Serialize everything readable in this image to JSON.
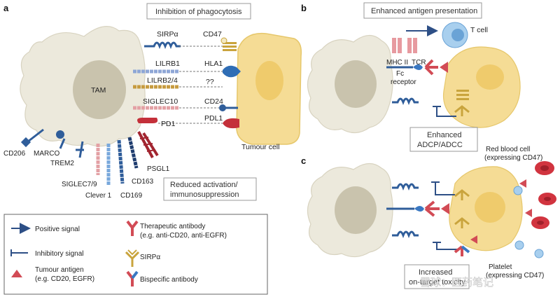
{
  "panels": {
    "a": "a",
    "b": "b",
    "c": "c"
  },
  "panel_a": {
    "title_box": "Inhibition of phagocytosis",
    "cell": "TAM",
    "tumour_cell": "Tumour cell",
    "pairs": [
      {
        "receptor": "SIRPα",
        "ligand": "CD47"
      },
      {
        "receptor": "LILRB1",
        "ligand": "HLA1"
      },
      {
        "receptor": "LILRB2/4",
        "ligand": "??"
      },
      {
        "receptor": "SIGLEC10",
        "ligand": "CD24"
      },
      {
        "receptor": "PD1",
        "ligand": "PDL1"
      }
    ],
    "bottom_receptors": [
      "CD206",
      "MARCO",
      "TREM2",
      "SIGLEC7/9",
      "Clever 1",
      "CD169",
      "CD163",
      "PSGL1"
    ],
    "reduced_box": [
      "Reduced activation/",
      "immunosuppression"
    ]
  },
  "panel_b": {
    "title_box": "Enhanced antigen presentation",
    "t_cell": "T cell",
    "mhc": "MHC II",
    "tcr": "TCR",
    "fc": [
      "Fc",
      "receptor"
    ],
    "enhanced_box": [
      "Enhanced",
      "ADCP/ADCC"
    ]
  },
  "panel_c": {
    "rbc": [
      "Red blood cell",
      "(expressing CD47)"
    ],
    "platelet": [
      "Platelet",
      "(expressing CD47)"
    ],
    "offtarget": [
      "Increased",
      "on-target toxicity"
    ],
    "watermark": "雪球：医药笔记"
  },
  "legend": {
    "items": [
      {
        "icon": "arrow",
        "lines": [
          "Positive signal"
        ]
      },
      {
        "icon": "inhibit",
        "lines": [
          "Inhibitory signal"
        ]
      },
      {
        "icon": "triangle",
        "lines": [
          "Tumour antigen",
          "(e.g. CD20, EGFR)"
        ]
      },
      {
        "icon": "therapeutic",
        "lines": [
          "Therapeutic antibody",
          "(e.g. anti-CD20,  anti-EGFR)"
        ]
      },
      {
        "icon": "sirpa",
        "lines": [
          "SIRPα"
        ]
      },
      {
        "icon": "bispecific",
        "lines": [
          "Bispecific antibody"
        ]
      }
    ]
  },
  "colors": {
    "macrophage": "#ece9dc",
    "nucleus": "#c9c3ad",
    "tumour": "#f5dc95",
    "tumour_nucleus": "#efcb6c",
    "receptor_blue": "#2f5d9a",
    "receptor_red": "#c4303a",
    "antibody_red": "#d24b55",
    "sirpa": "#c9a43d"
  }
}
